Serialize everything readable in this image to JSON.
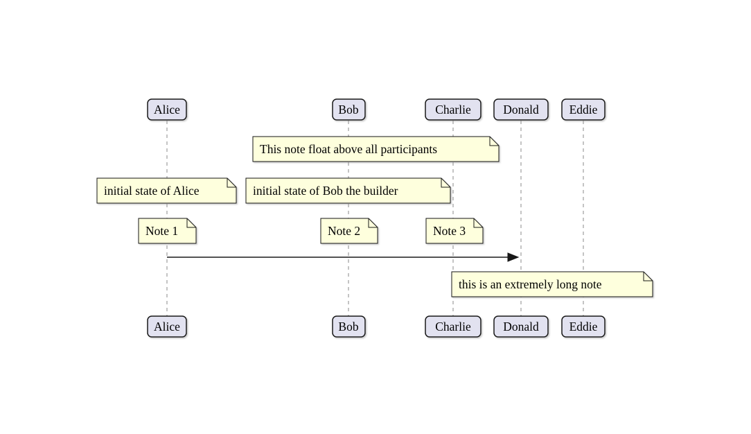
{
  "diagram": {
    "type": "sequence-diagram",
    "participants": [
      {
        "name": "Alice"
      },
      {
        "name": "Bob"
      },
      {
        "name": "Charlie"
      },
      {
        "name": "Donald"
      },
      {
        "name": "Eddie"
      }
    ],
    "notes": [
      {
        "text": "This note float above all participants"
      },
      {
        "text": "initial state of Alice"
      },
      {
        "text": "initial state of Bob the builder"
      },
      {
        "text": "Note 1"
      },
      {
        "text": "Note 2"
      },
      {
        "text": "Note 3"
      },
      {
        "text": "this is an extremely long note"
      }
    ],
    "messages": [
      {
        "from": "Alice",
        "to": "Donald",
        "label": ""
      }
    ],
    "colors": {
      "background": "#FFFFFF",
      "participant_fill": "#E2E2F0",
      "participant_border": "#181818",
      "note_fill": "#FEFFDD",
      "note_border": "#181818",
      "lifeline": "#8A8A8A",
      "arrow": "#181818",
      "text": "#000000"
    }
  }
}
